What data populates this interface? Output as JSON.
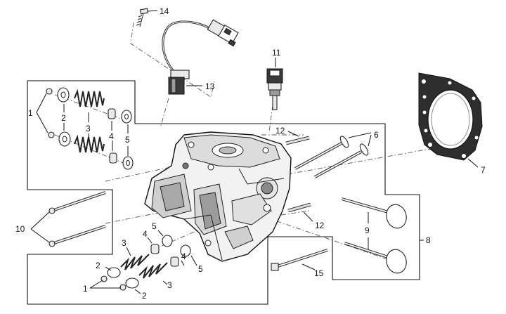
{
  "diagram": {
    "callouts": [
      "1",
      "2",
      "3",
      "4",
      "5",
      "6",
      "7",
      "8",
      "9",
      "10",
      "11",
      "12",
      "13",
      "14",
      "15"
    ],
    "parts": {
      "head_screw": "14",
      "temp_sensor_cable": "13",
      "temp_sender": "11",
      "dowel_pins": "12",
      "head_gasket": "7",
      "valve_set": "8",
      "valves": "9",
      "valve_guides": "6",
      "long_studs": "10",
      "short_bolt": "15",
      "valve_keepers": "1",
      "spring_retainers": "2",
      "valve_springs": "3",
      "spring_seals": "4",
      "spring_washers": "5"
    }
  }
}
